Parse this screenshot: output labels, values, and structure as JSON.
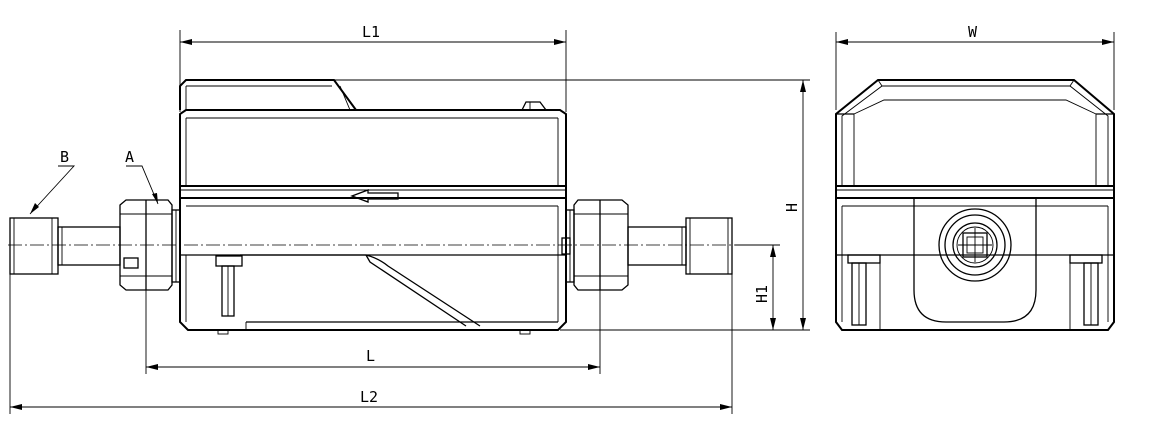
{
  "labels": {
    "A": "A",
    "B": "B",
    "L": "L",
    "L1": "L1",
    "L2": "L2",
    "H": "H",
    "H1": "H1",
    "W": "W"
  }
}
